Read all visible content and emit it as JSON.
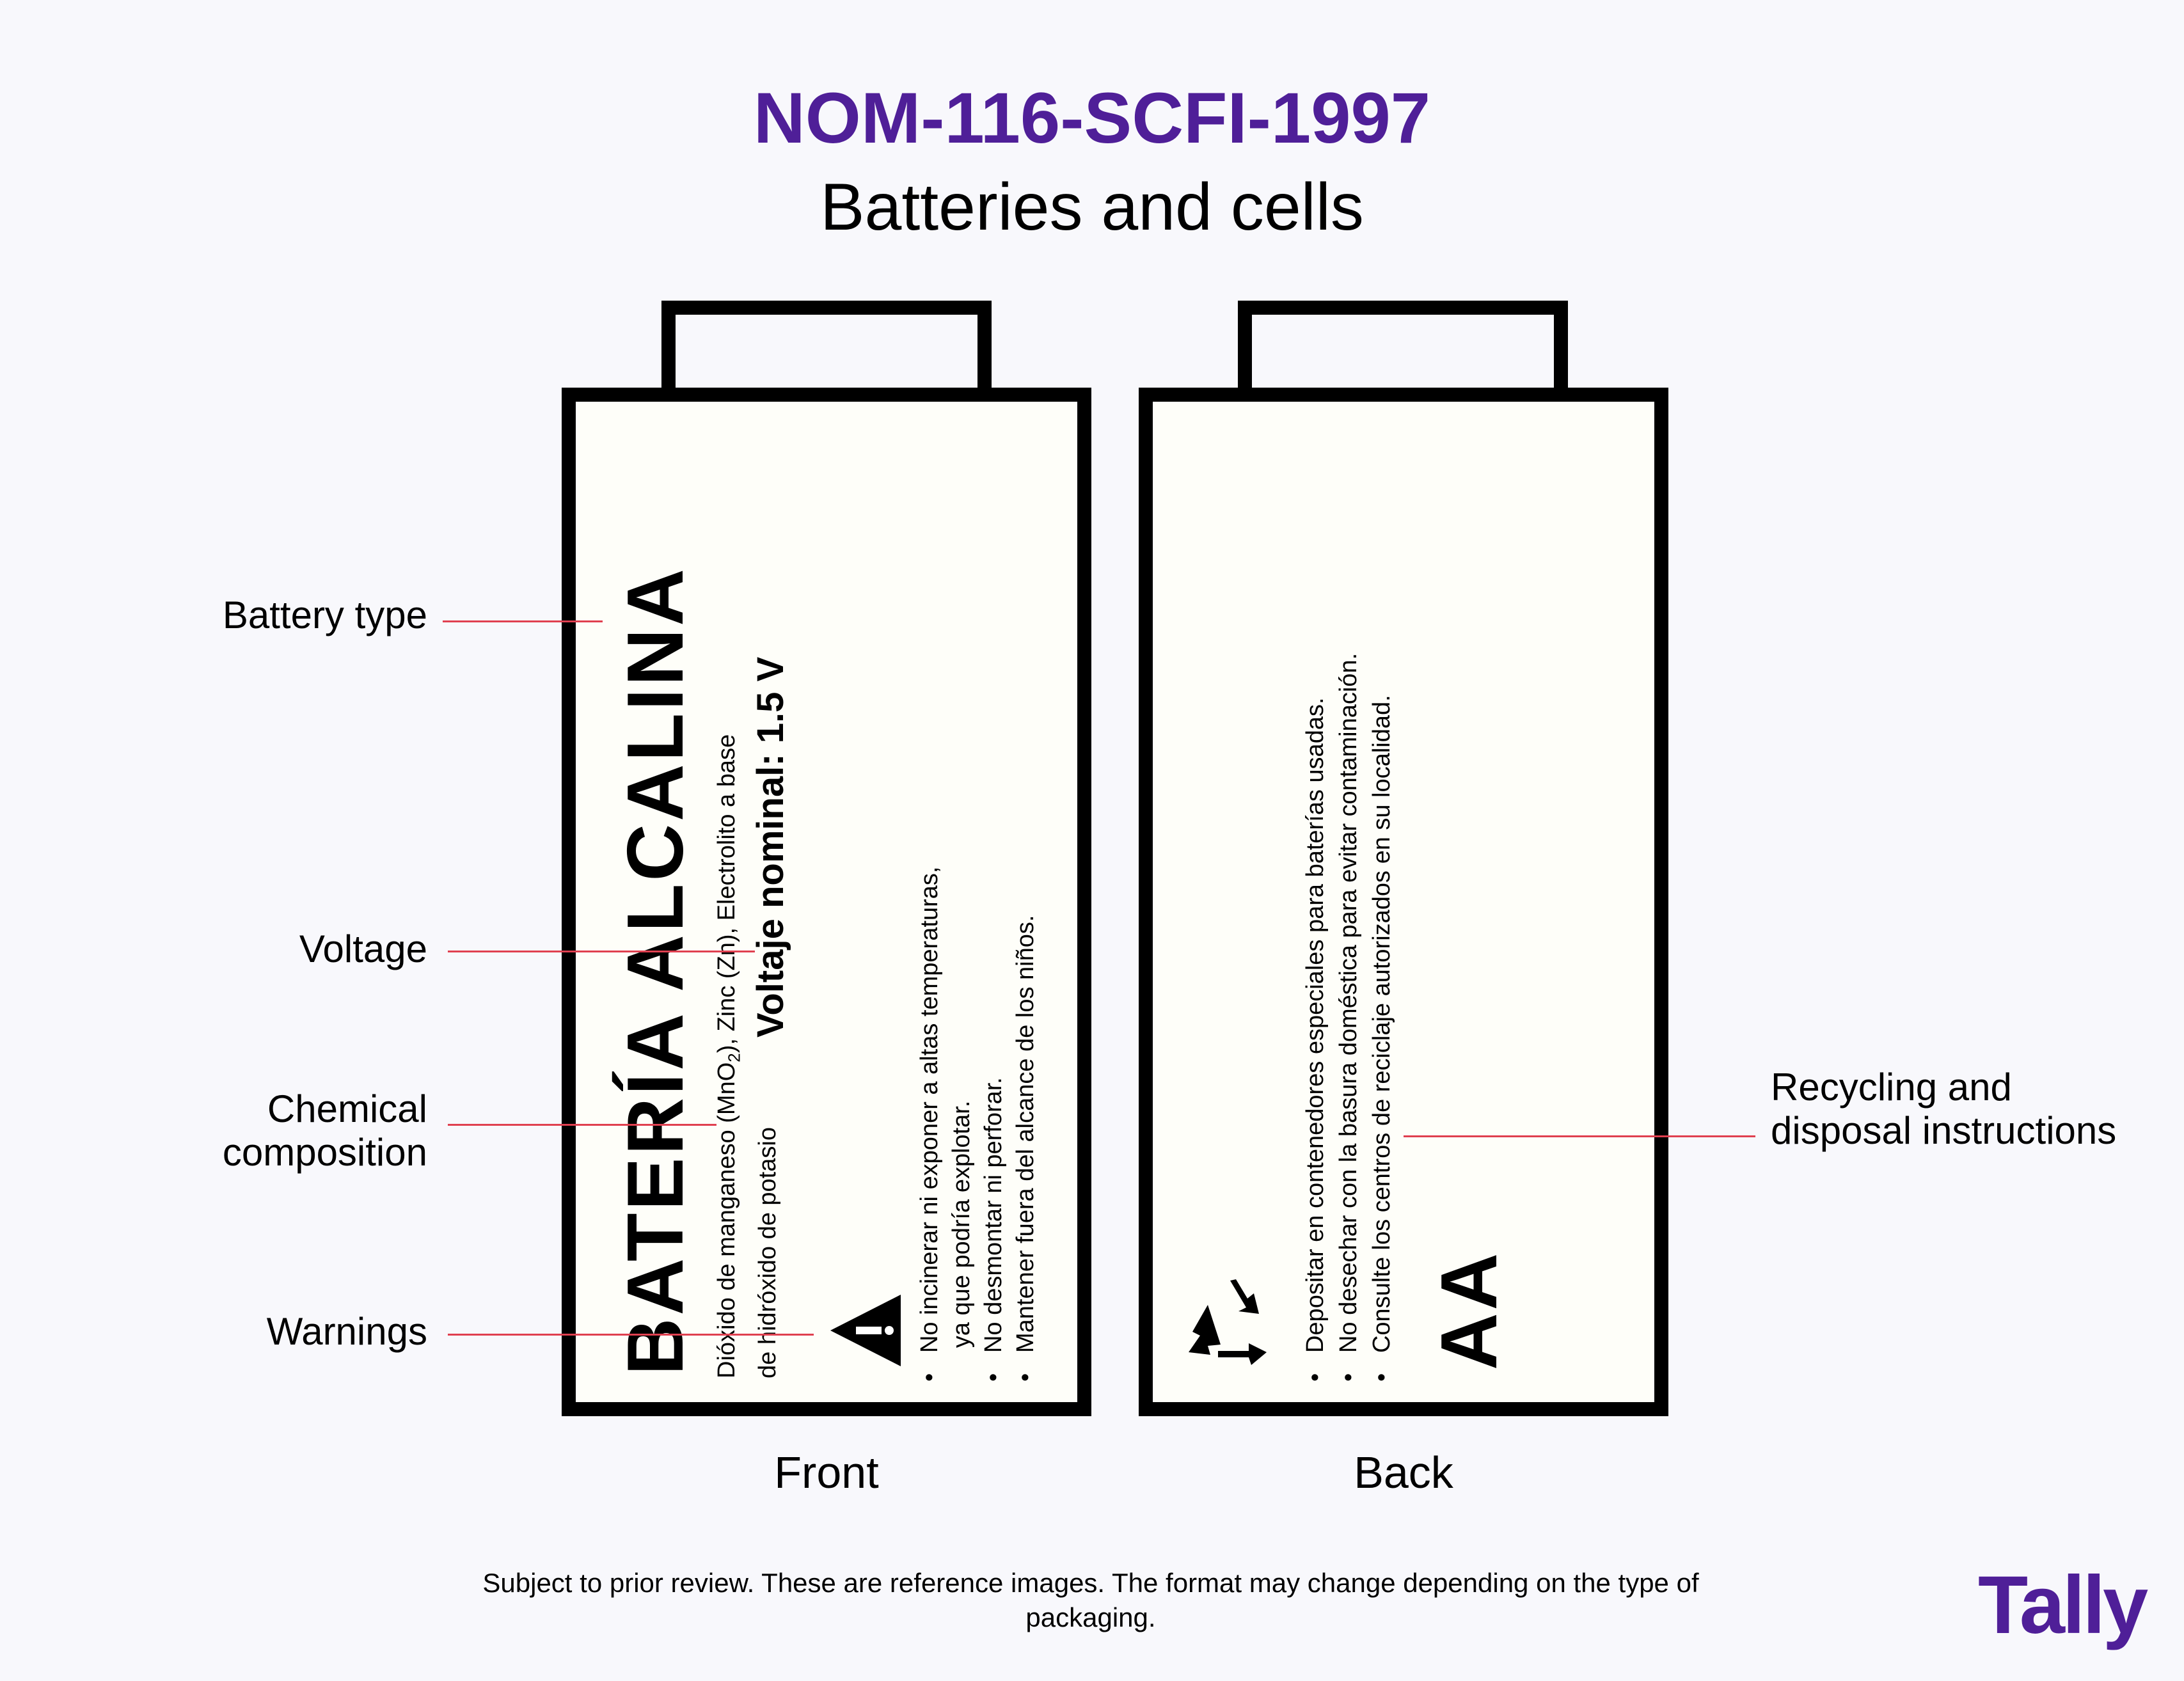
{
  "header": {
    "title": "NOM-116-SCFI-1997",
    "subtitle": "Batteries and cells"
  },
  "callouts": {
    "battery_type": "Battery type",
    "voltage": "Voltage",
    "chemical_line1": "Chemical",
    "chemical_line2": "composition",
    "warnings": "Warnings",
    "recycling_line1": "Recycling and",
    "recycling_line2": "disposal instructions"
  },
  "front": {
    "label": "Front",
    "battery_type": "BATERÍA ALCALINA",
    "composition_line1_part1": "Dióxido de manganeso (MnO",
    "composition_line1_sub": "2",
    "composition_line1_part2": "), Zinc (Zn), Electrolito a base",
    "composition_line2": "de hidróxido de potasio",
    "voltage": "Voltaje nominal: 1.5 V",
    "warnings": [
      "No incinerar ni exponer a altas temperaturas,",
      "ya que podría explotar.",
      "No desmontar ni perforar.",
      "Mantener fuera del alcance de los niños."
    ]
  },
  "back": {
    "label": "Back",
    "size": "AA",
    "instructions": [
      "Depositar en contenedores especiales para baterías usadas.",
      "No desechar con la basura doméstica para evitar contaminación.",
      "Consulte los centros de reciclaje autorizados en su localidad."
    ]
  },
  "footnote": "Subject to prior review. These are reference images. The format may change depending on the type of packaging.",
  "logo": "Tally",
  "colors": {
    "brand": "#4F1F98",
    "callout_line": "#E04050",
    "battery_fill": "#FEFEF9",
    "background": "#F8F8FC"
  },
  "icons": [
    "warning-triangle-icon",
    "recycle-icon"
  ]
}
